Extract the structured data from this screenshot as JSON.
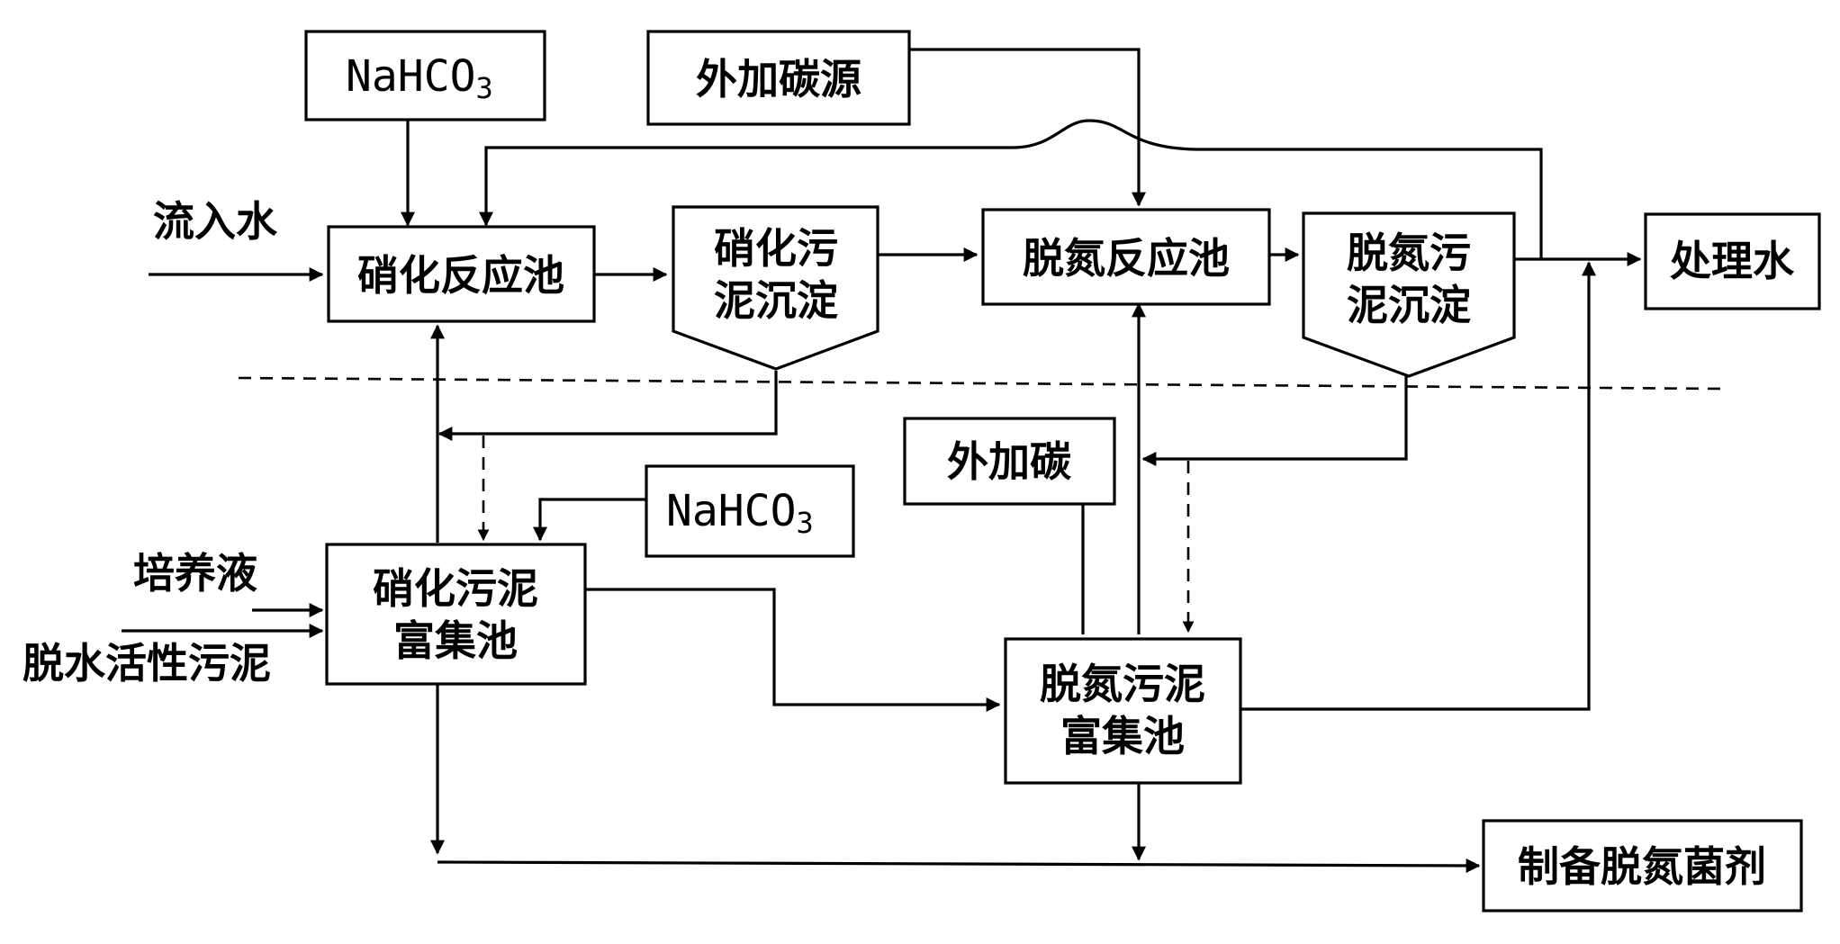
{
  "nodes": {
    "nahco3_top": "NaHCO",
    "nahco3_top_sub": "3",
    "external_carbon_source": "外加碳源",
    "nitrification_reactor": "硝化反应池",
    "nitrification_settler_l1": "硝化污",
    "nitrification_settler_l2": "泥沉淀",
    "denitrification_reactor": "脱氮反应池",
    "denitrification_settler_l1": "脱氮污",
    "denitrification_settler_l2": "泥沉淀",
    "treated_water": "处理水",
    "external_carbon": "外加碳",
    "nahco3_mid": "NaHCO",
    "nahco3_mid_sub": "3",
    "nitrifying_enrichment_l1": "硝化污泥",
    "nitrifying_enrichment_l2": "富集池",
    "denitrifying_enrichment_l1": "脱氮污泥",
    "denitrifying_enrichment_l2": "富集池",
    "denitrifier_product": "制备脱氮菌剂"
  },
  "inputs": {
    "influent": "流入水",
    "culture_medium": "培养液",
    "dewatered_sludge": "脱水活性污泥"
  }
}
